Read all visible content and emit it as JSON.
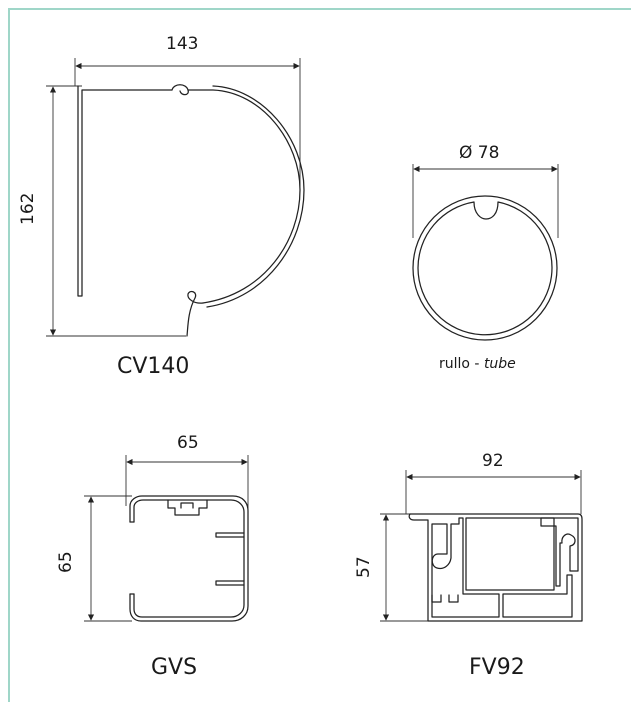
{
  "diagram": {
    "frame_color": "#9fd6c8",
    "line_color": "#222222",
    "profiles": {
      "cv140": {
        "name": "CV140",
        "width_label": "143",
        "height_label": "162"
      },
      "tube": {
        "diameter_label": "Ø 78",
        "caption_main": "rullo - ",
        "caption_italic": "tube"
      },
      "gvs": {
        "name": "GVS",
        "width_label": "65",
        "height_label": "65"
      },
      "fv92": {
        "name": "FV92",
        "width_label": "92",
        "height_label": "57"
      }
    }
  }
}
